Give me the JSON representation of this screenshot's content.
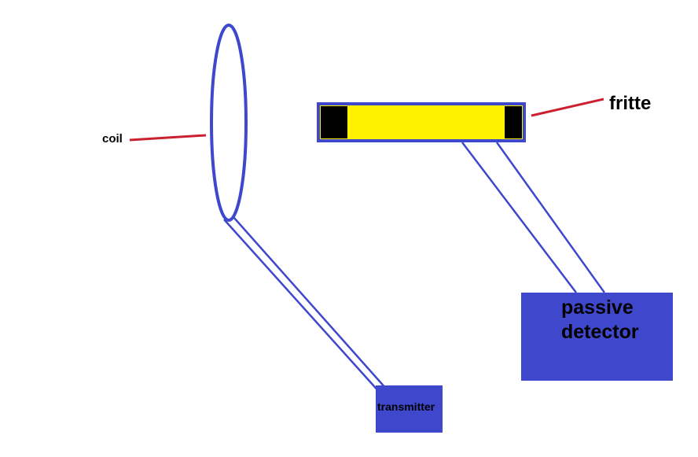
{
  "labels": {
    "coil": "coil",
    "fritte": "fritte",
    "transmitter": "transmitter",
    "detector_line1": "passive",
    "detector_line2": "detector"
  },
  "colors": {
    "outline_blue": "#3f48cc",
    "box_blue": "#3f48cc",
    "leader_red": "#cc2030",
    "fritte_fill": "#fff200",
    "fritte_caps": "#000000",
    "background": "#ffffff"
  }
}
